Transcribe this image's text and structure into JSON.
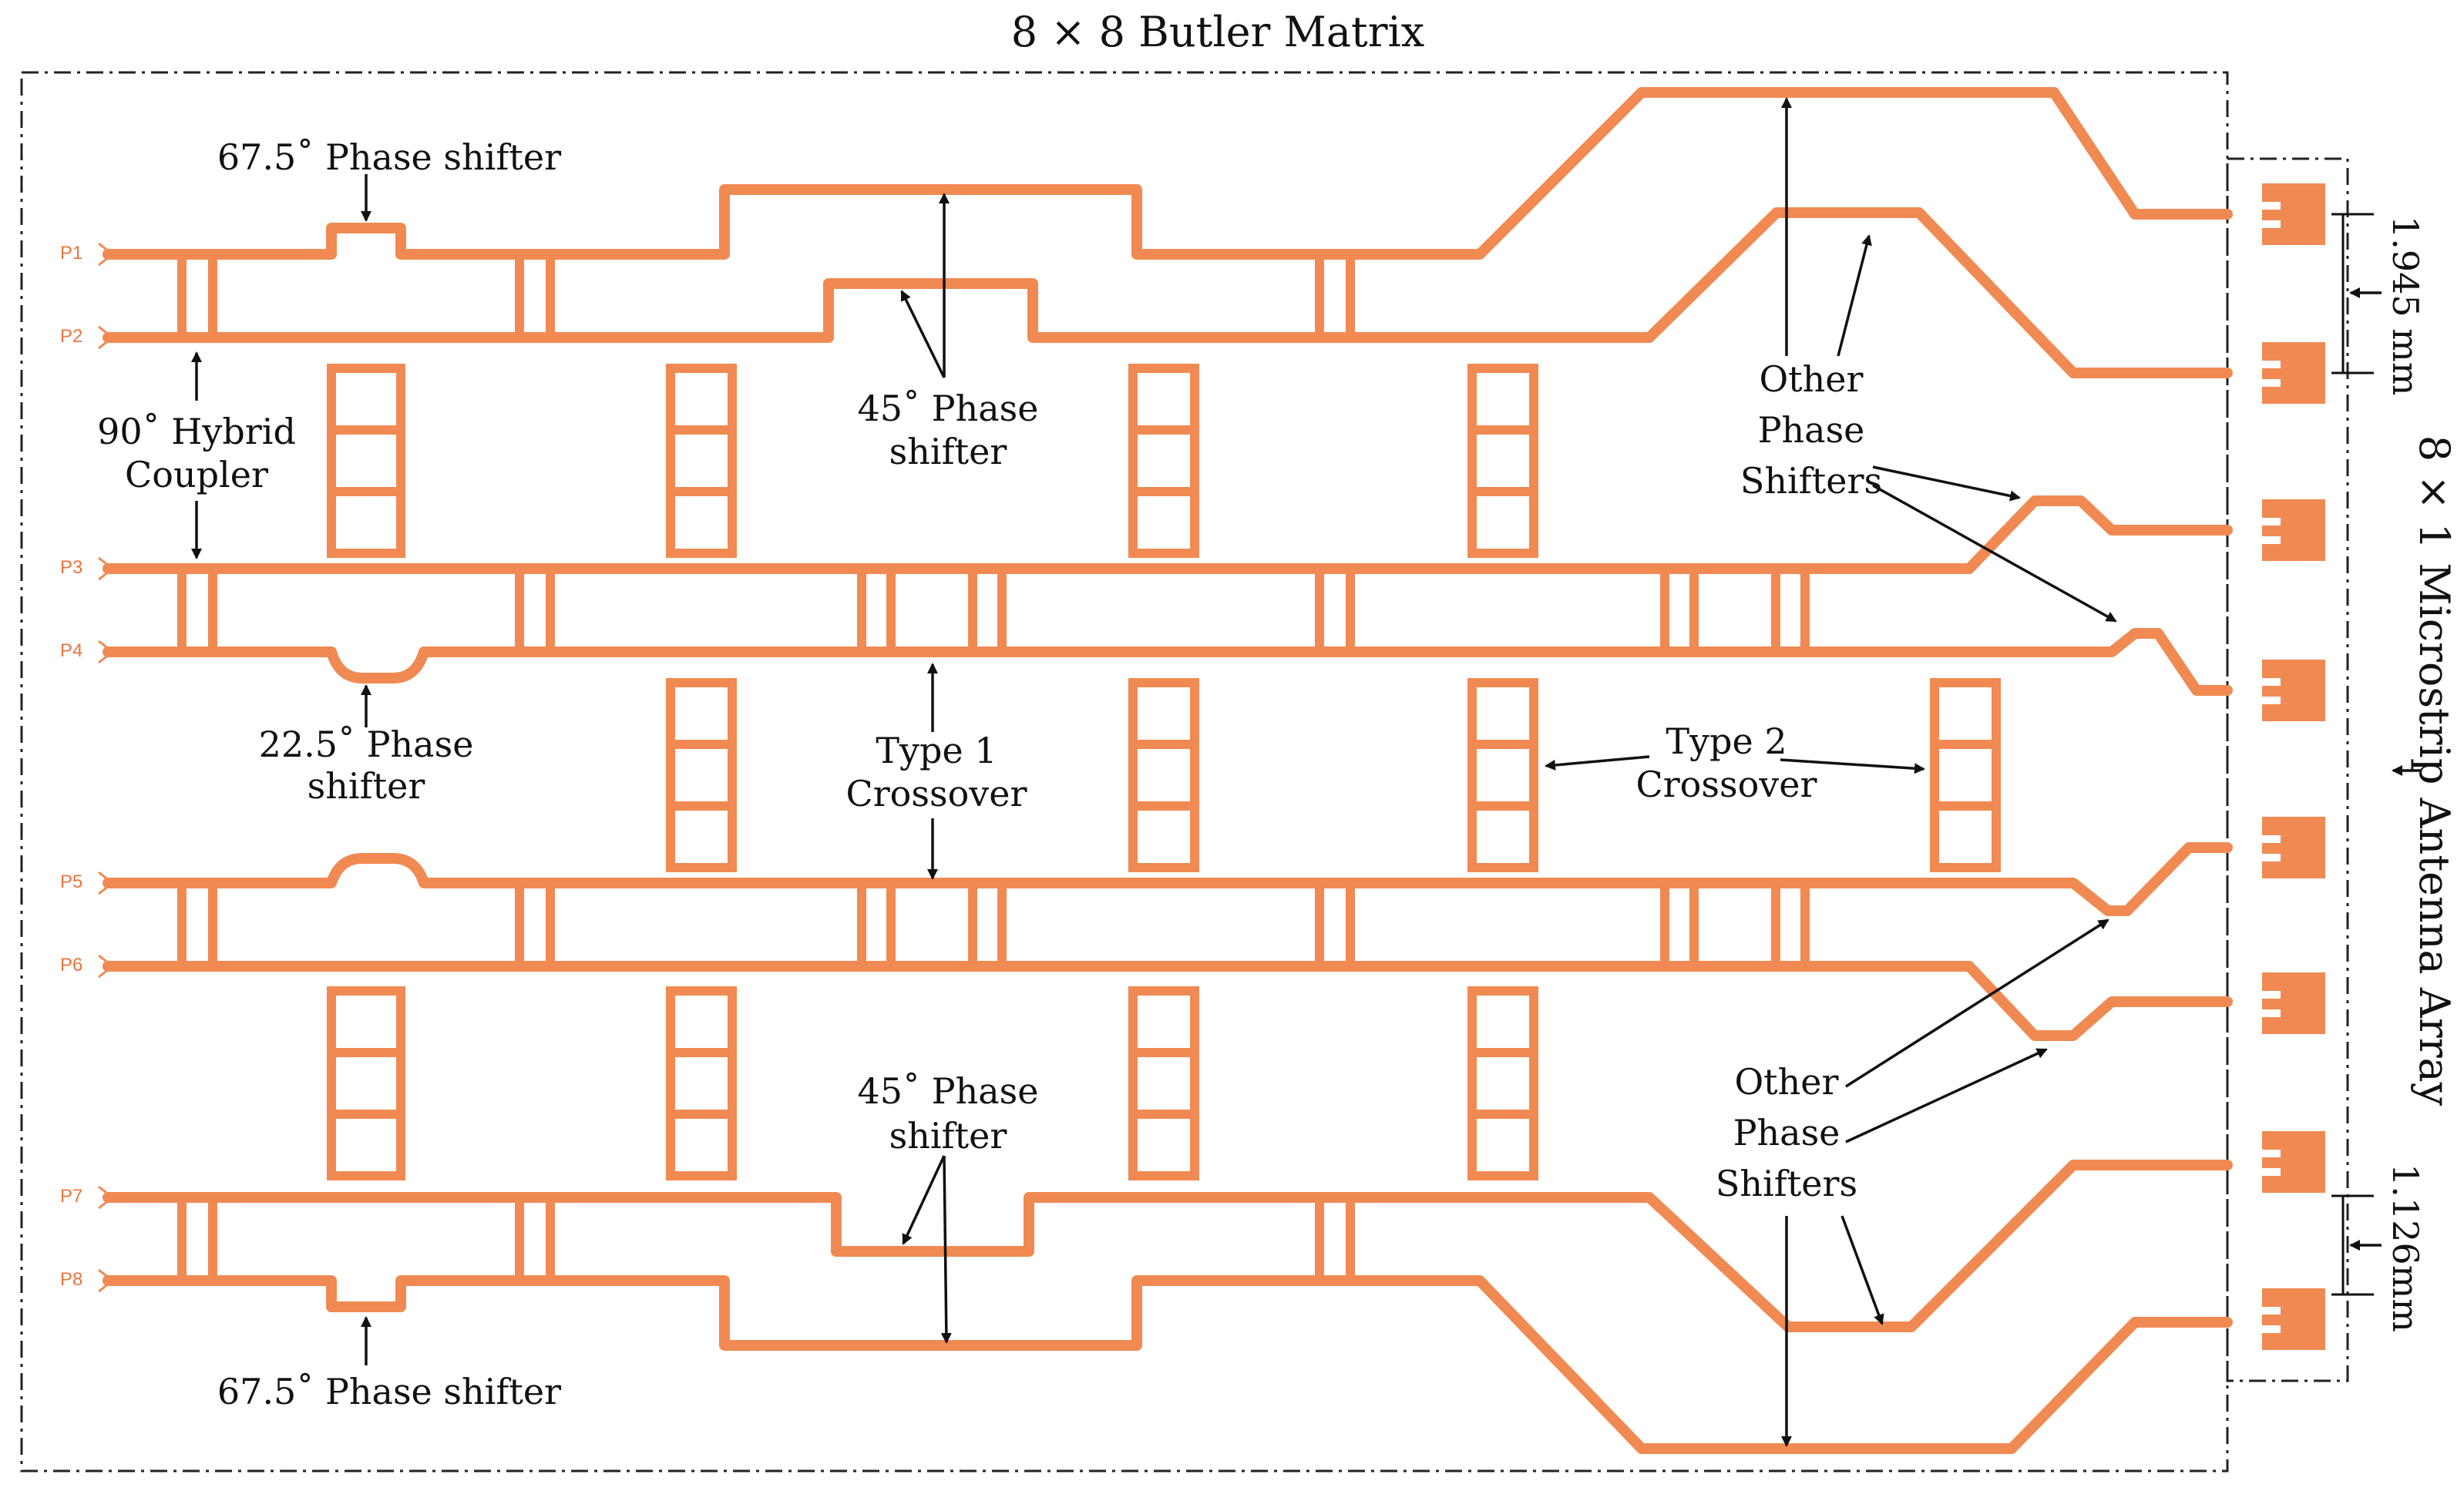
{
  "title": "8 × 8 Butler Matrix",
  "array_label": "8 × 1 Microstrip Antenna Array",
  "ports": [
    "P1",
    "P2",
    "P3",
    "P4",
    "P5",
    "P6",
    "P7",
    "P8"
  ],
  "labels": {
    "phase_67_top": "67.5˚ Phase shifter",
    "phase_67_bottom": "67.5˚ Phase shifter",
    "hybrid_line1": "90˚ Hybrid",
    "hybrid_line2": "Coupler",
    "phase_22_line1": "22.5˚ Phase",
    "phase_22_line2": "shifter",
    "phase_45_top_line1": "45˚ Phase",
    "phase_45_top_line2": "shifter",
    "phase_45_bottom_line1": "45˚ Phase",
    "phase_45_bottom_line2": "shifter",
    "type1_line1": "Type 1",
    "type1_line2": "Crossover",
    "type2_line1": "Type 2",
    "type2_line2": "Crossover",
    "other_top_line1": "Other",
    "other_top_line2": "Phase",
    "other_top_line3": "Shifters",
    "other_bottom_line1": "Other",
    "other_bottom_line2": "Phase",
    "other_bottom_line3": "Shifters",
    "dim_top": "1.945 mm",
    "dim_bottom": "1.126mm"
  },
  "colors": {
    "trace": "#f08a52",
    "frame": "#222222",
    "text": "#111111"
  }
}
